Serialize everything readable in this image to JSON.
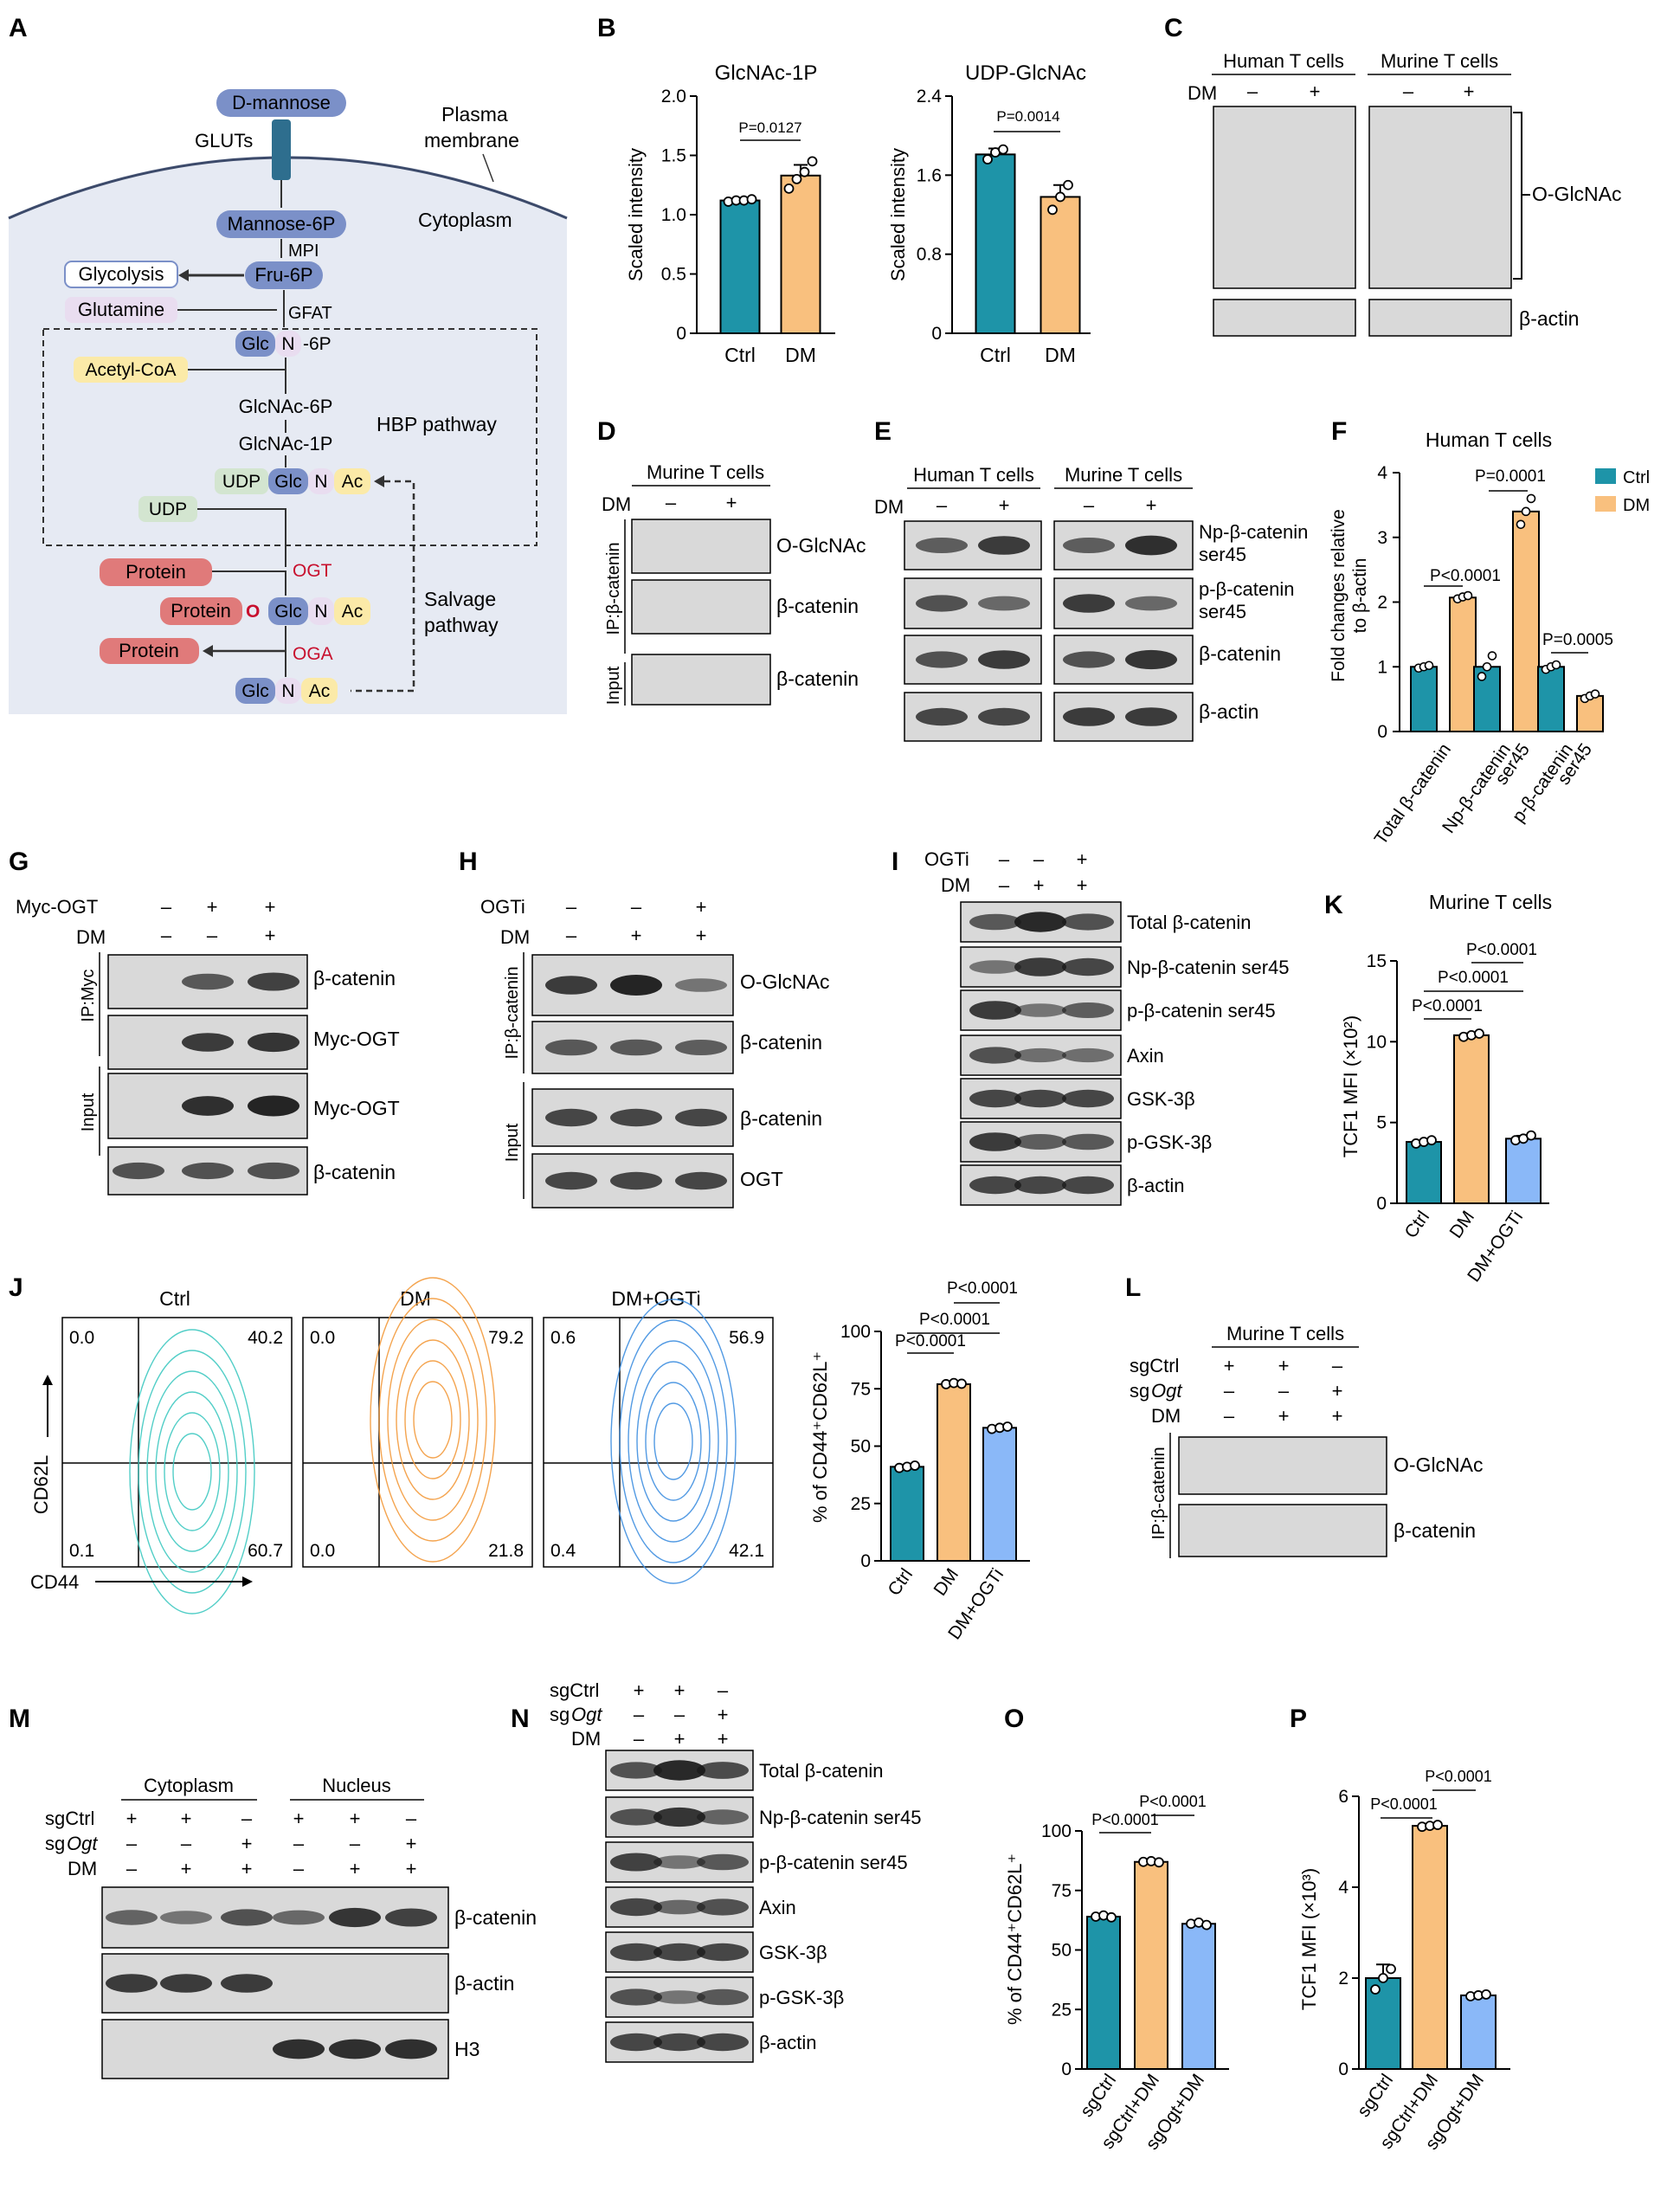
{
  "colors": {
    "teal": "#1e94a8",
    "orange": "#f9c07e",
    "lightblue": "#8ab8f8",
    "cyto": "#e6eaf3",
    "blue_node": "#7b90c8",
    "pink_node": "#d9dff2",
    "red_node": "#e07a7a",
    "yellow_node": "#fbeaa8",
    "green_node": "#d3e5d0",
    "violet_node": "#e9ddf0",
    "red_text": "#c8102e",
    "band": "#1a1a1a"
  },
  "panels": {
    "A": "A",
    "B": "B",
    "C": "C",
    "D": "D",
    "E": "E",
    "F": "F",
    "G": "G",
    "H": "H",
    "I": "I",
    "J": "J",
    "K": "K",
    "L": "L",
    "M": "M",
    "N": "N",
    "O": "O",
    "P": "P"
  },
  "pathway": {
    "dmannose": "D-mannose",
    "gluts": "GLUTs",
    "plasma": "Plasma",
    "membrane": "membrane",
    "cytoplasm": "Cytoplasm",
    "man6p": "Mannose-6P",
    "mpi": "MPI",
    "fru6p": "Fru-6P",
    "glycolysis": "Glycolysis",
    "glutamine": "Glutamine",
    "gfat": "GFAT",
    "glc": "Glc",
    "n6p_n": "N",
    "n6p_6p": "-6P",
    "acetylcoa": "Acetyl-CoA",
    "glcnac6p": "GlcNAc-6P",
    "glcnac1p": "GlcNAc-1P",
    "hbp": "HBP pathway",
    "udp": "UDP",
    "n": "N",
    "ac": "Ac",
    "udp2": "UDP",
    "protein1": "Protein",
    "ogt": "OGT",
    "protein2": "Protein",
    "o": "O",
    "protein3": "Protein",
    "oga": "OGA",
    "salvage1": "Salvage",
    "salvage2": "pathway"
  },
  "B": {
    "charts": [
      {
        "title": "GlcNAc-1P",
        "ylabel": "Scaled intensity",
        "ticks": [
          "0",
          "0.5",
          "1.0",
          "1.5",
          "2.0"
        ],
        "ylim": [
          0,
          2.0
        ],
        "categories": [
          "Ctrl",
          "DM"
        ],
        "values": [
          1.12,
          1.33
        ],
        "pvalue": "P=0.0127"
      },
      {
        "title": "UDP-GlcNAc",
        "ylabel": "Scaled intensity",
        "ticks": [
          "0",
          "0.8",
          "1.6",
          "2.4"
        ],
        "ylim": [
          0,
          2.4
        ],
        "categories": [
          "Ctrl",
          "DM"
        ],
        "values": [
          1.81,
          1.38
        ],
        "pvalue": "P=0.0014"
      }
    ]
  },
  "C": {
    "human": "Human T cells",
    "murine": "Murine T cells",
    "dm": "DM",
    "minus": "–",
    "plus": "+",
    "ogl": "O-GlcNAc",
    "actin": "β-actin"
  },
  "D": {
    "title": "Murine T cells",
    "dm": "DM",
    "minus": "–",
    "plus": "+",
    "ip": "IP:β-catenin",
    "input": "Input",
    "rows": [
      "O-GlcNAc",
      "β-catenin",
      "β-catenin"
    ]
  },
  "E": {
    "human": "Human T cells",
    "murine": "Murine T cells",
    "dm": "DM",
    "minus": "–",
    "plus": "+",
    "rows": [
      "Np-β-catenin",
      "ser45",
      "p-β-catenin",
      "ser45",
      "β-catenin",
      "β-actin"
    ]
  },
  "F": {
    "title": "Human T cells",
    "ylabel1": "Fold changes relative",
    "ylabel2": "to β-actin",
    "legend": [
      "Ctrl",
      "DM"
    ],
    "ticks": [
      "0",
      "1",
      "2",
      "3",
      "4"
    ],
    "categories": [
      "Total β-catenin",
      "Np-β-catenin",
      "ser45",
      "p-β-catenin",
      "ser45"
    ],
    "p": [
      "P<0.0001",
      "P=0.0001",
      "P=0.0005"
    ]
  },
  "G": {
    "mycogt": "Myc-OGT",
    "dm": "DM",
    "ip": "IP:Myc",
    "input": "Input",
    "rows": [
      "β-catenin",
      "Myc-OGT",
      "Myc-OGT",
      "β-catenin"
    ]
  },
  "H": {
    "ogti": "OGTi",
    "dm": "DM",
    "ip": "IP:β-catenin",
    "input": "Input",
    "rows": [
      "O-GlcNAc",
      "β-catenin",
      "β-catenin",
      "OGT"
    ]
  },
  "I": {
    "ogti": "OGTi",
    "dm": "DM",
    "rows": [
      "Total  β-catenin",
      "Np-β-catenin ser45",
      "p-β-catenin ser45",
      "Axin",
      "GSK-3β",
      "p-GSK-3β",
      "β-actin"
    ]
  },
  "K": {
    "title": "Murine T cells",
    "ylabel": "TCF1 MFI (×10²)",
    "ticks": [
      "0",
      "5",
      "10",
      "15"
    ],
    "categories": [
      "Ctrl",
      "DM",
      "DM+OGTi"
    ],
    "p": [
      "P<0.0001",
      "P<0.0001",
      "P<0.0001"
    ]
  },
  "J": {
    "heads": [
      "Ctrl",
      "DM",
      "DM+OGTi"
    ],
    "quads": [
      [
        "0.0",
        "40.2",
        "0.1",
        "60.7"
      ],
      [
        "0.0",
        "79.2",
        "0.0",
        "21.8"
      ],
      [
        "0.6",
        "56.9",
        "0.4",
        "42.1"
      ]
    ],
    "xlab": "CD44",
    "ylab": "CD62L",
    "ylabel": "% of CD44⁺CD62L⁺",
    "ticks": [
      "0",
      "25",
      "50",
      "75",
      "100"
    ],
    "categories": [
      "Ctrl",
      "DM",
      "DM+OGTi"
    ],
    "p": [
      "P<0.0001",
      "P<0.0001",
      "P<0.0001"
    ]
  },
  "L": {
    "title": "Murine T cells",
    "sgctrl": "sgCtrl",
    "sgogt_sg": "sg",
    "sgogt_it": "Ogt",
    "dm": "DM",
    "ip": "IP:β-catenin",
    "rows": [
      "O-GlcNAc",
      "β-catenin"
    ]
  },
  "M": {
    "cyto": "Cytoplasm",
    "nucleus": "Nucleus",
    "sgctrl": "sgCtrl",
    "sg": "sg",
    "ogt": "Ogt",
    "dm": "DM",
    "rows": [
      "β-catenin",
      "β-actin",
      "H3"
    ]
  },
  "N": {
    "sgctrl": "sgCtrl",
    "sg": "sg",
    "ogt": "Ogt",
    "dm": "DM",
    "rows": [
      "Total β-catenin",
      "Np-β-catenin ser45",
      "p-β-catenin ser45",
      "Axin",
      "GSK-3β",
      "p-GSK-3β",
      "β-actin"
    ]
  },
  "O": {
    "ylabel": "% of CD44⁺CD62L⁺",
    "ticks": [
      "0",
      "25",
      "50",
      "75",
      "100"
    ],
    "categories": [
      "sgCtrl",
      "sgCtrl+DM",
      "sgOgt+DM"
    ],
    "p": [
      "P<0.0001",
      "P<0.0001"
    ]
  },
  "P": {
    "ylabel": "TCF1 MFI (×10³)",
    "ticks": [
      "0",
      "2",
      "4",
      "6"
    ],
    "categories": [
      "sgCtrl",
      "sgCtrl+DM",
      "sgOgt+DM"
    ],
    "p": [
      "P<0.0001",
      "P<0.0001"
    ]
  },
  "chart_data": [
    {
      "type": "bar",
      "title": "GlcNAc-1P",
      "ylabel": "Scaled intensity",
      "categories": [
        "Ctrl",
        "DM"
      ],
      "values": [
        1.12,
        1.33
      ],
      "ylim": [
        0,
        2.0
      ]
    },
    {
      "type": "bar",
      "title": "UDP-GlcNAc",
      "ylabel": "Scaled intensity",
      "categories": [
        "Ctrl",
        "DM"
      ],
      "values": [
        1.81,
        1.38
      ],
      "ylim": [
        0,
        2.4
      ]
    },
    {
      "type": "bar",
      "title": "Human T cells",
      "ylabel": "Fold changes relative to β-actin",
      "categories": [
        "Total β-catenin",
        "Np-β-catenin ser45",
        "p-β-catenin ser45"
      ],
      "series": [
        {
          "name": "Ctrl",
          "values": [
            1.0,
            1.0,
            1.0
          ]
        },
        {
          "name": "DM",
          "values": [
            2.07,
            3.4,
            0.55
          ]
        }
      ],
      "ylim": [
        0,
        4
      ]
    },
    {
      "type": "bar",
      "title": "Murine T cells",
      "ylabel": "TCF1 MFI (×10²)",
      "categories": [
        "Ctrl",
        "DM",
        "DM+OGTi"
      ],
      "values": [
        3.8,
        10.4,
        4.0
      ],
      "ylim": [
        0,
        15
      ]
    },
    {
      "type": "bar",
      "ylabel": "% of CD44⁺CD62L⁺",
      "categories": [
        "Ctrl",
        "DM",
        "DM+OGTi"
      ],
      "values": [
        41,
        77,
        58
      ],
      "ylim": [
        0,
        100
      ]
    },
    {
      "type": "bar",
      "ylabel": "% of CD44⁺CD62L⁺",
      "categories": [
        "sgCtrl",
        "sgCtrl+DM",
        "sgOgt+DM"
      ],
      "values": [
        64,
        87,
        61
      ],
      "ylim": [
        0,
        100
      ]
    },
    {
      "type": "bar",
      "ylabel": "TCF1 MFI (×10³)",
      "categories": [
        "sgCtrl",
        "sgCtrl+DM",
        "sgOgt+DM"
      ],
      "values": [
        2.0,
        5.35,
        1.62
      ],
      "ylim": [
        0,
        6
      ]
    }
  ]
}
